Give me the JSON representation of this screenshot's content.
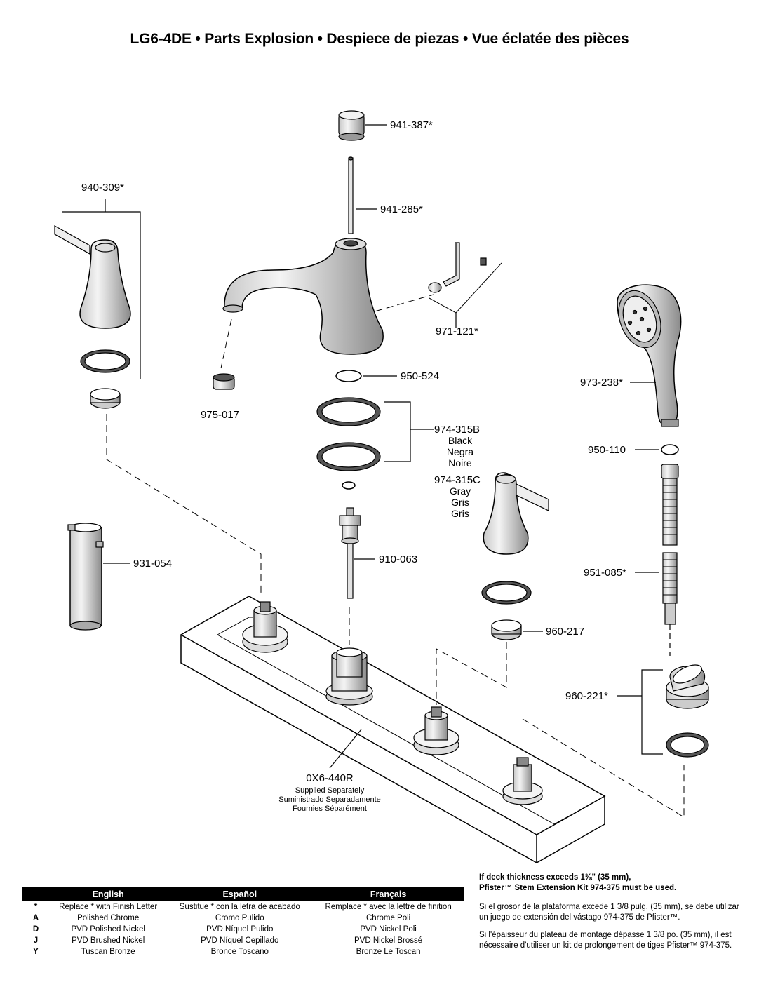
{
  "title": "LG6-4DE • Parts Explosion • Despiece de piezas • Vue éclatée des pièces",
  "parts": {
    "p941_387": "941-387*",
    "p941_285": "941-285*",
    "p940_309": "940-309*",
    "p971_121": "971-121*",
    "p950_524": "950-524",
    "p975_017": "975-017",
    "p974_315B": "974-315B",
    "p974_315B_c1": "Black",
    "p974_315B_c2": "Negra",
    "p974_315B_c3": "Noire",
    "p974_315C": "974-315C",
    "p974_315C_c1": "Gray",
    "p974_315C_c2": "Gris",
    "p974_315C_c3": "Gris",
    "p931_054": "931-054",
    "p910_063": "910-063",
    "p973_238": "973-238*",
    "p950_110": "950-110",
    "p951_085": "951-085*",
    "p960_217": "960-217",
    "p960_221": "960-221*",
    "p0X6_440R": "0X6-440R",
    "p0X6_note1": "Supplied Separately",
    "p0X6_note2": "Suministrado Separadamente",
    "p0X6_note3": "Fournies Séparément"
  },
  "legend": {
    "headers": [
      "English",
      "Español",
      "Français"
    ],
    "rows": [
      {
        "code": "*",
        "en": "Replace * with Finish Letter",
        "es": "Sustitue * con la letra de acabado",
        "fr": "Remplace * avec la lettre de finition"
      },
      {
        "code": "A",
        "en": "Polished Chrome",
        "es": "Cromo Pulido",
        "fr": "Chrome Poli"
      },
      {
        "code": "D",
        "en": "PVD Polished Nickel",
        "es": "PVD Níquel Pulido",
        "fr": "PVD Nickel Poli"
      },
      {
        "code": "J",
        "en": "PVD Brushed Nickel",
        "es": "PVD Níquel Cepillado",
        "fr": "PVD Nickel Brossé"
      },
      {
        "code": "Y",
        "en": "Tuscan Bronze",
        "es": "Bronce Toscano",
        "fr": "Bronze Le Toscan"
      }
    ]
  },
  "notes": {
    "en_line1": "If deck thickness exceeds 1⅜\" (35 mm),",
    "en_line2": "Pfister™ Stem Extension Kit 974-375 must be used.",
    "es": "Si el grosor de la plataforma excede 1 3/8 pulg. (35 mm), se debe utilizar un juego de extensión del vástago 974-375 de Pfister™.",
    "fr": "Si l'épaisseur du plateau de montage dépasse 1 3/8 po. (35 mm), il est nécessaire d'utiliser un kit de prolongement de tiges Pfister™ 974-375."
  }
}
